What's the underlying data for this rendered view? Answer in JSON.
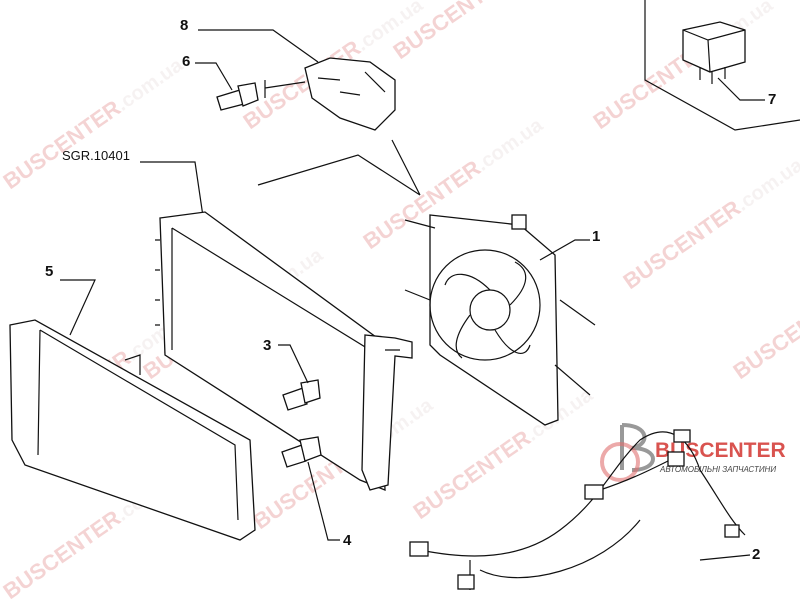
{
  "diagram": {
    "reference_label": "SGR.10401",
    "callouts": [
      {
        "number": "1",
        "part": "fan-assembly"
      },
      {
        "number": "2",
        "part": "wiring-harness"
      },
      {
        "number": "3",
        "part": "bolt"
      },
      {
        "number": "4",
        "part": "bolt"
      },
      {
        "number": "5",
        "part": "radiator-shroud"
      },
      {
        "number": "6",
        "part": "screw"
      },
      {
        "number": "7",
        "part": "relay"
      },
      {
        "number": "8",
        "part": "resistor"
      }
    ]
  },
  "watermark": {
    "text": "BUSCENTER.com.ua",
    "brand": "BUSCENTER",
    "domain": ".com.ua"
  },
  "logo": {
    "title": "BUSCENTER",
    "subtitle": "АВТОМОБІЛЬНІ ЗАПЧАСТИНИ",
    "accent": "#d9534f"
  }
}
